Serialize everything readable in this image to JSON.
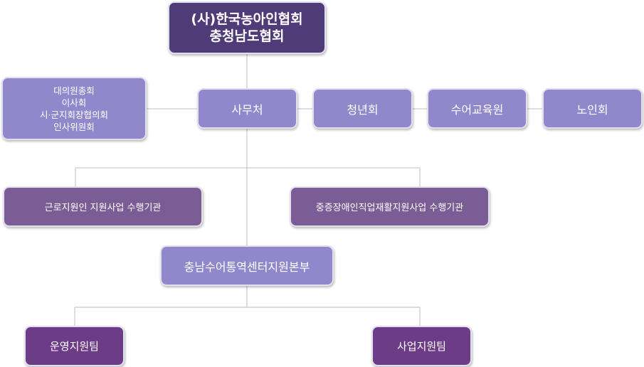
{
  "org_chart": {
    "root": {
      "line1": "(사)한국농아인협회",
      "line2": "충청남도협회"
    },
    "council": {
      "line1": "대의원총회",
      "line2": "이사회",
      "line3": "시·군지회장협의회",
      "line4": "인사위원회"
    },
    "office": {
      "label": "사무처"
    },
    "youth": {
      "label": "청년회"
    },
    "sign_education": {
      "label": "수어교육원"
    },
    "elderly": {
      "label": "노인회"
    },
    "work_support": {
      "label": "근로지원인 지원사업 수행기관"
    },
    "severe_disability": {
      "label": "중증장애인직업재활지원사업 수행기관"
    },
    "relay_center": {
      "label": "충남수어통역센터지원본부"
    },
    "operation_team": {
      "label": "운영지원팀"
    },
    "business_team": {
      "label": "사업지원팀"
    }
  },
  "colors": {
    "dark_purple": "#4f3b78",
    "light_purple": "#9188cc",
    "mid_purple": "#7a5d94",
    "deep_purple": "#6c3c86",
    "connector": "#bdbdbd",
    "box_border": "#e3e0ee"
  }
}
